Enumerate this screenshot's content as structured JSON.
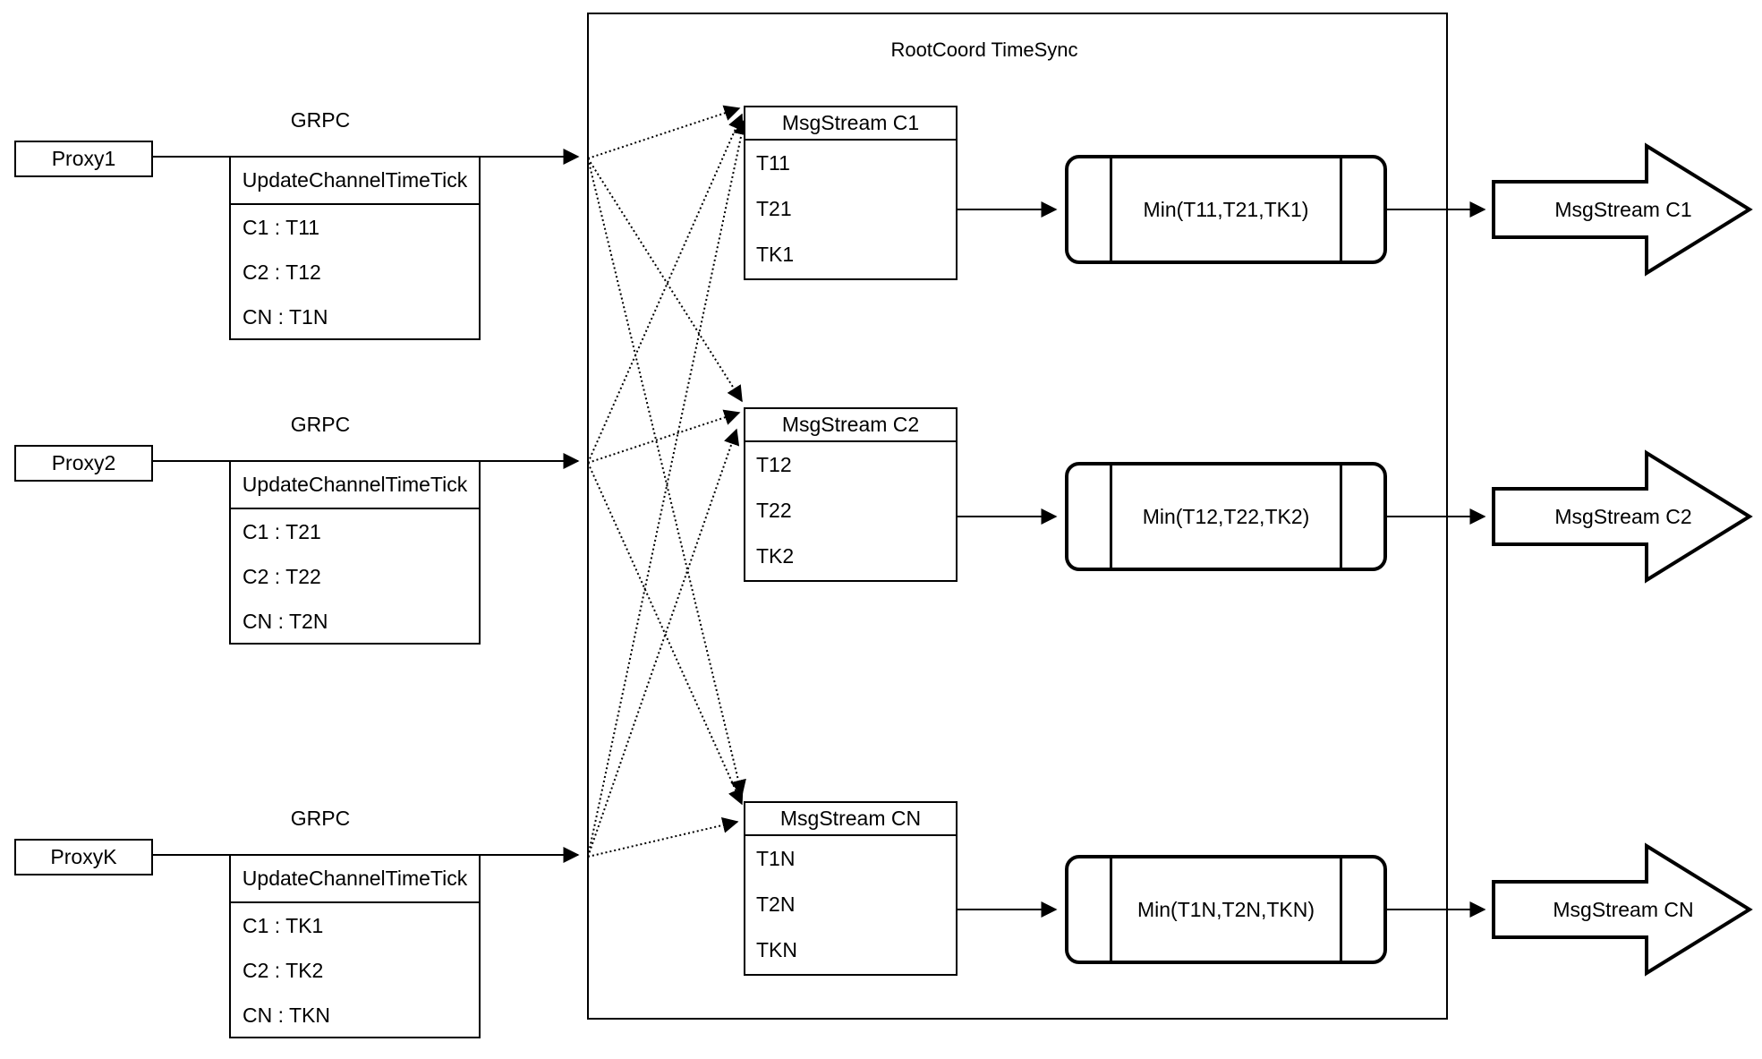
{
  "diagram": {
    "title": "RootCoord TimeSync",
    "colors": {
      "stroke": "#000000",
      "background": "#ffffff"
    },
    "proxies": [
      {
        "name": "Proxy1",
        "protocol": "GRPC",
        "message": "UpdateChannelTimeTick",
        "rows": [
          "C1 :  T11",
          "C2 :  T12",
          "CN : T1N"
        ]
      },
      {
        "name": "Proxy2",
        "protocol": "GRPC",
        "message": "UpdateChannelTimeTick",
        "rows": [
          "C1 :  T21",
          "C2 :  T22",
          "CN : T2N"
        ]
      },
      {
        "name": "ProxyK",
        "protocol": "GRPC",
        "message": "UpdateChannelTimeTick",
        "rows": [
          "C1 :  TK1",
          "C2 :  TK2",
          "CN : TKN"
        ]
      }
    ],
    "streams": [
      {
        "title": "MsgStream C1",
        "rows": [
          "T11",
          "T21",
          "TK1"
        ],
        "min_label": "Min(T11,T21,TK1)",
        "output": "MsgStream C1"
      },
      {
        "title": "MsgStream C2",
        "rows": [
          "T12",
          "T22",
          "TK2"
        ],
        "min_label": "Min(T12,T22,TK2)",
        "output": "MsgStream C2"
      },
      {
        "title": "MsgStream CN",
        "rows": [
          "T1N",
          "T2N",
          "TKN"
        ],
        "min_label": "Min(T1N,T2N,TKN)",
        "output": "MsgStream CN"
      }
    ]
  }
}
